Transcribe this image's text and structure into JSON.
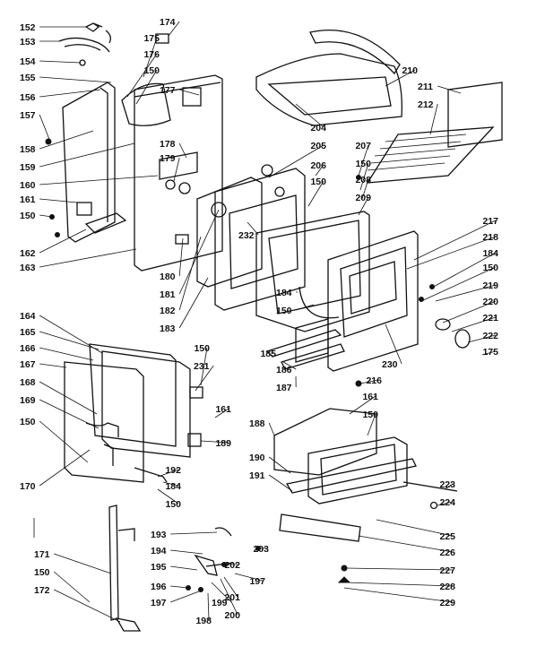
{
  "diagram": {
    "callouts": [
      "152",
      "153",
      "154",
      "155",
      "156",
      "157",
      "158",
      "159",
      "160",
      "161",
      "150",
      "162",
      "163",
      "174",
      "175",
      "176",
      "150",
      "177",
      "178",
      "179",
      "180",
      "181",
      "182",
      "183",
      "210",
      "211",
      "212",
      "204",
      "205",
      "206",
      "150",
      "207",
      "150",
      "208",
      "209",
      "232",
      "217",
      "218",
      "184",
      "150",
      "219",
      "220",
      "221",
      "222",
      "175",
      "184",
      "150",
      "185",
      "186",
      "187",
      "230",
      "216",
      "164",
      "165",
      "166",
      "167",
      "168",
      "169",
      "150",
      "170",
      "150",
      "231",
      "161",
      "189",
      "192",
      "184",
      "150",
      "188",
      "161",
      "150",
      "190",
      "191",
      "223",
      "224",
      "225",
      "226",
      "193",
      "194",
      "195",
      "196",
      "197",
      "198",
      "199",
      "200",
      "201",
      "202",
      "203",
      "197",
      "227",
      "228",
      "229",
      "171",
      "150",
      "172"
    ]
  },
  "colors": {
    "ink": "#111111",
    "paper": "#ffffff"
  }
}
